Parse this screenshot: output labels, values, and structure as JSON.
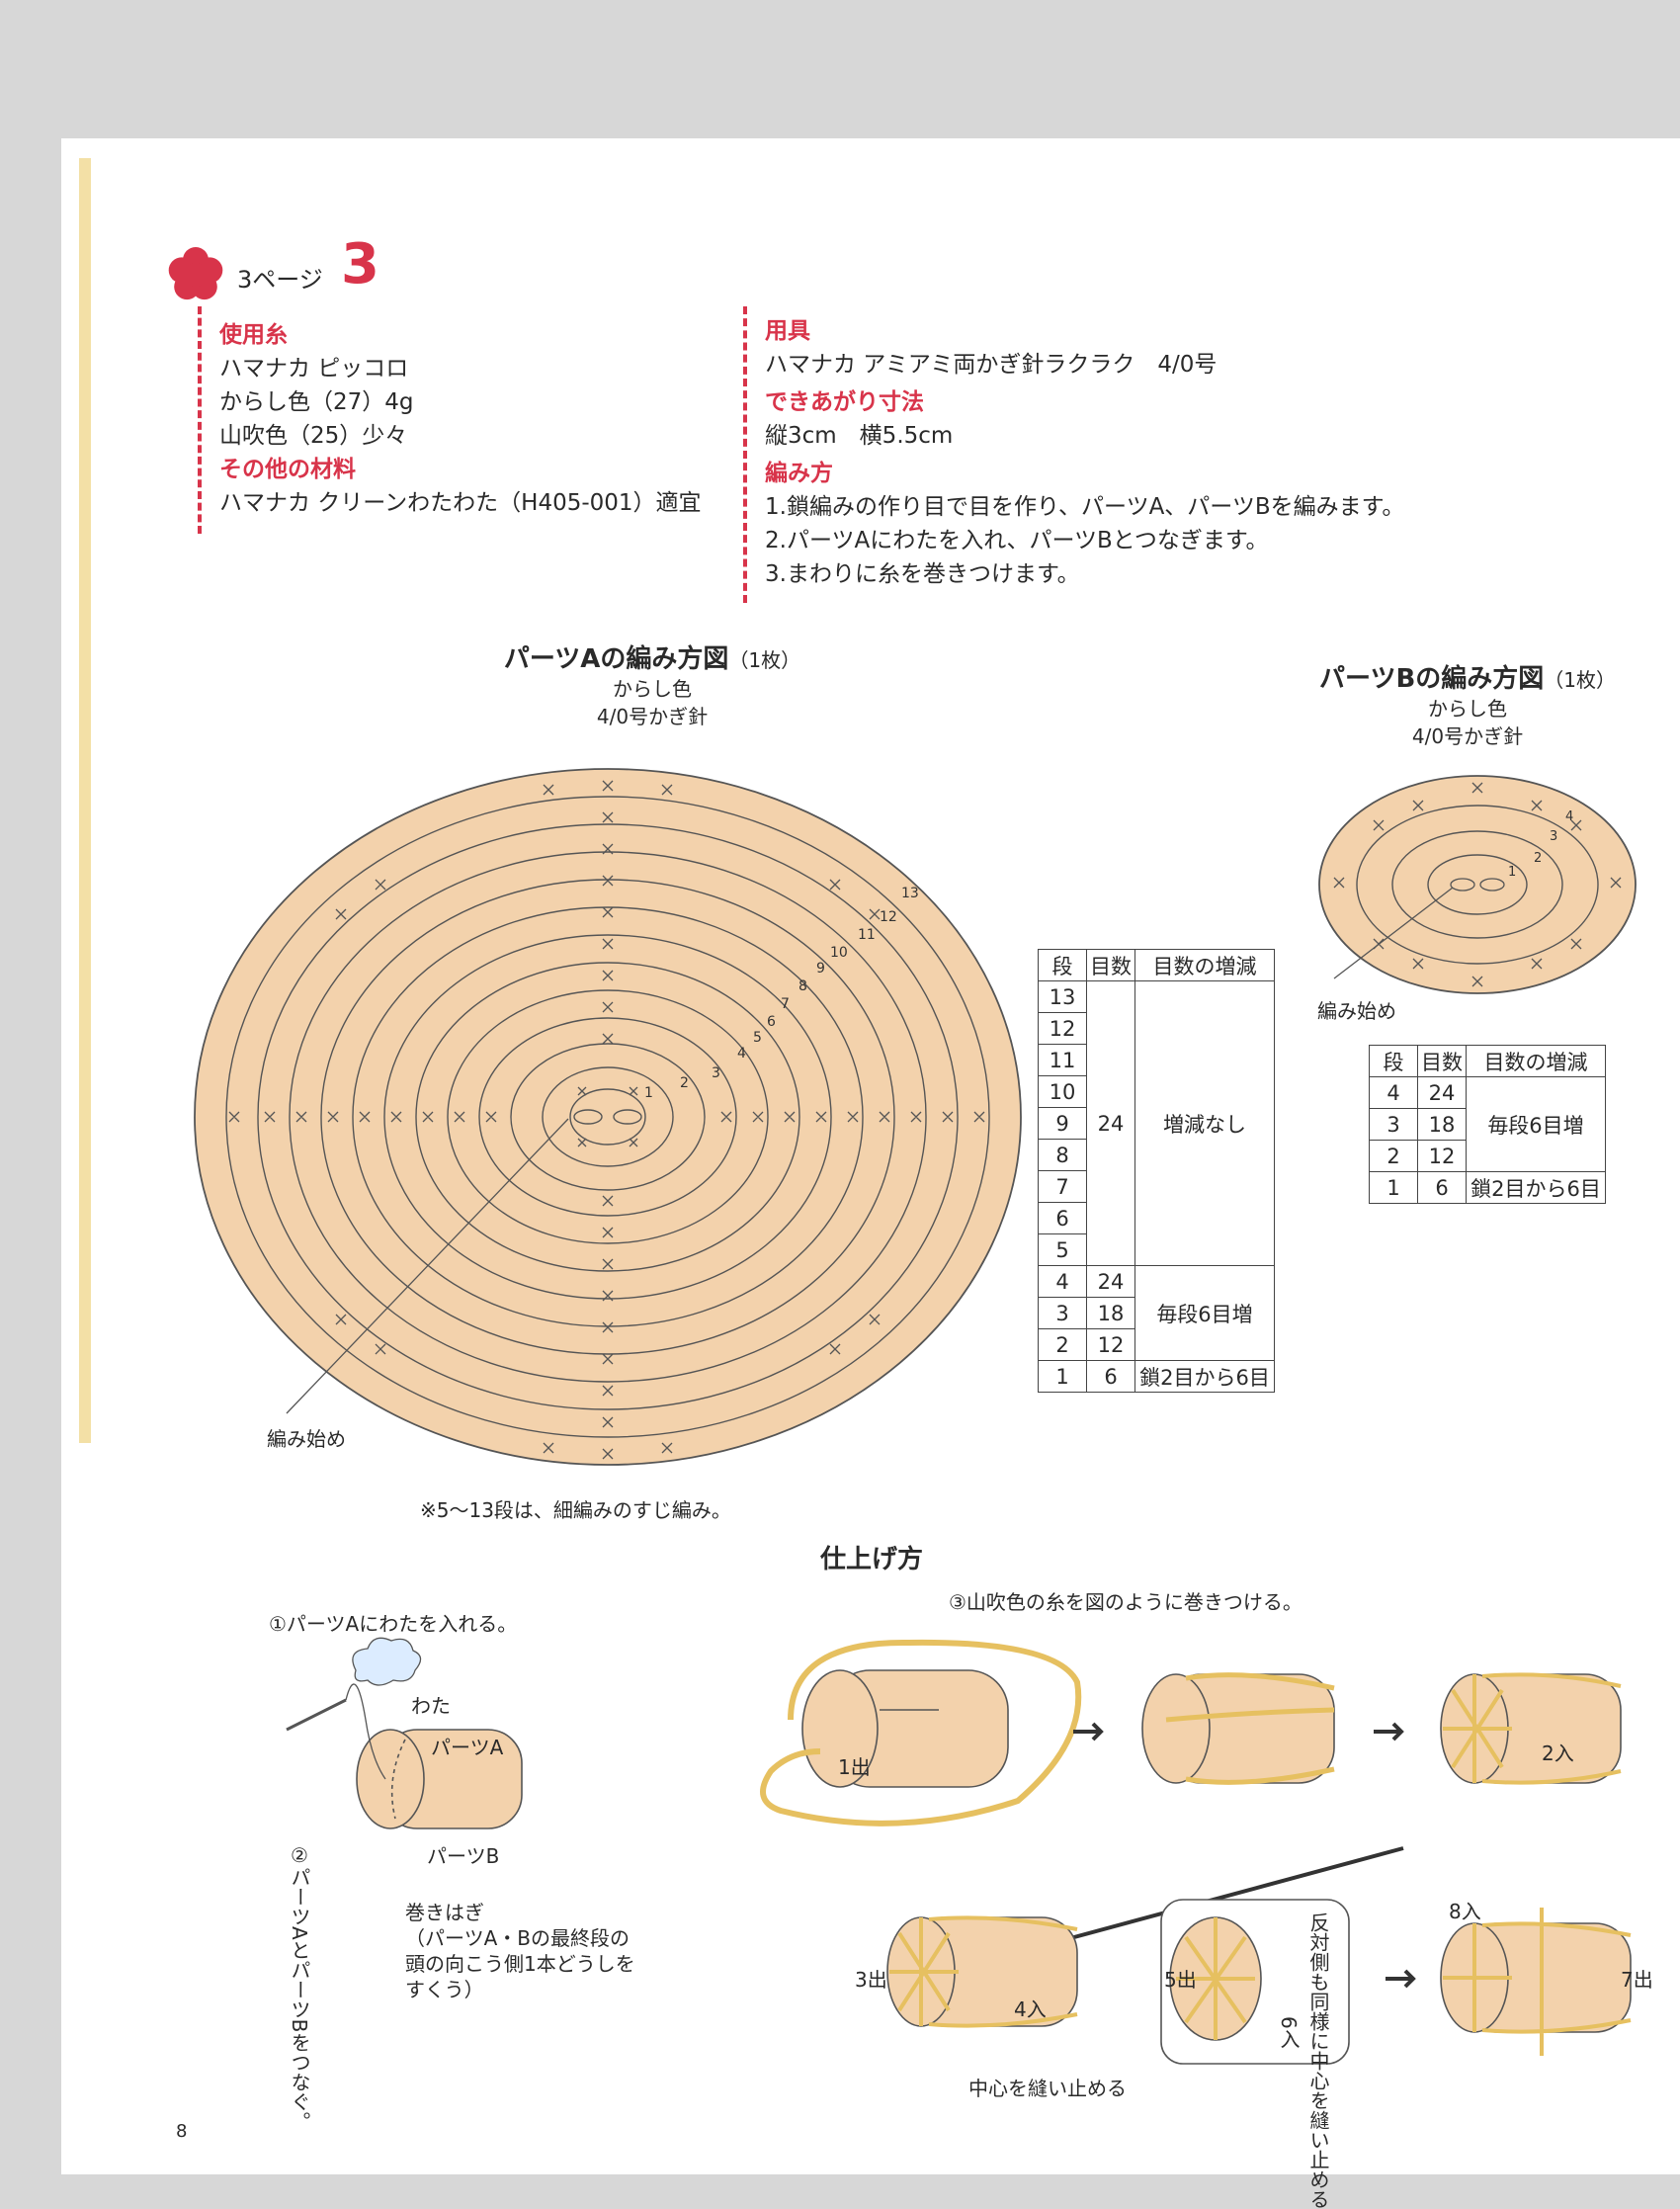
{
  "header": {
    "page_ref": "3ページ",
    "item_no": "3"
  },
  "materials": {
    "yarn": {
      "heading": "使用糸",
      "lines": [
        "ハマナカ ピッコロ",
        "からし色（27）4g",
        "山吹色（25）少々"
      ]
    },
    "other": {
      "heading": "その他の材料",
      "lines": [
        "ハマナカ クリーンわたわた（H405-001）適宜"
      ]
    },
    "tools": {
      "heading": "用具",
      "lines": [
        "ハマナカ アミアミ両かぎ針ラクラク　4/0号"
      ]
    },
    "size": {
      "heading": "できあがり寸法",
      "lines": [
        "縦3cm　横5.5cm"
      ]
    },
    "method": {
      "heading": "編み方",
      "lines": [
        "1.鎖編みの作り目で目を作り、パーツA、パーツBを編みます。",
        "2.パーツAにわたを入れ、パーツBとつなぎます。",
        "3.まわりに糸を巻きつけます。"
      ]
    }
  },
  "part_a": {
    "title": "パーツAの編み方図",
    "count": "（1枚）",
    "color": "からし色",
    "hook": "4/0号かぎ針",
    "start_label": "編み始め",
    "table": {
      "headers": [
        "段",
        "目数",
        "目数の増減"
      ],
      "rows": [
        "13",
        "12",
        "11",
        "10",
        "9",
        "8",
        "7",
        "6",
        "5",
        "4",
        "3",
        "2",
        "1"
      ],
      "counts_a": "24",
      "note_a": "増減なし",
      "counts_b": [
        "24",
        "18",
        "12",
        "6"
      ],
      "note_b": "毎段6目増",
      "note_c": "鎖2目から6目"
    },
    "note": "※5〜13段は、細編みのすじ編み。"
  },
  "part_b": {
    "title": "パーツBの編み方図",
    "count": "（1枚）",
    "color": "からし色",
    "hook": "4/0号かぎ針",
    "start_label": "編み始め",
    "table": {
      "headers": [
        "段",
        "目数",
        "目数の増減"
      ],
      "rows": [
        "4",
        "3",
        "2",
        "1"
      ],
      "counts": [
        "24",
        "18",
        "12",
        "6"
      ],
      "note_b": "毎段6目増",
      "note_c": "鎖2目から6目"
    }
  },
  "finishing": {
    "title": "仕上げ方",
    "step1": "①パーツAにわたを入れる。",
    "cotton": "わた",
    "part_a": "パーツA",
    "part_b": "パーツB",
    "step2": "②パーツAとパーツBをつなぐ。",
    "whip": [
      "巻きはぎ",
      "（パーツA・Bの最終段の",
      "頭の向こう側1本どうしを",
      "すくう）"
    ],
    "step3": "③山吹色の糸を図のように巻きつける。",
    "m1": "1出",
    "m2": "2入",
    "m3": "3出",
    "m4": "4入",
    "m5": "5出",
    "m6": "6入",
    "m7": "7出",
    "m8": "8入",
    "center_stitch": "中心を縫い止める",
    "opposite": "反対側も同様に中心を縫い止める"
  },
  "footer": {
    "page_no": "8"
  },
  "colors": {
    "accent": "#d8344a",
    "fabric": "#f3d2ac",
    "yarn": "#f2d27c"
  }
}
